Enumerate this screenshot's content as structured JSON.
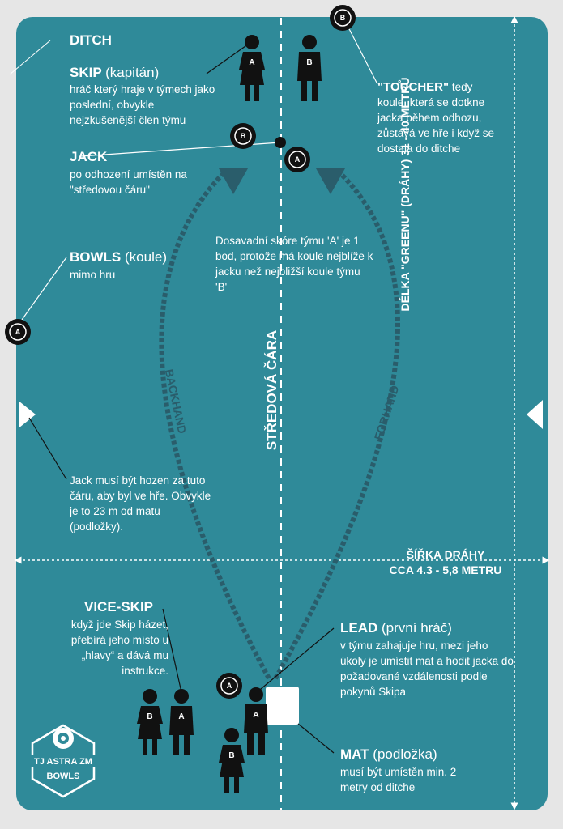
{
  "labels": {
    "ditch": "DITCH",
    "skip_title": "SKIP",
    "skip_sub": "(kapitán)",
    "skip_desc": "hráč který hraje v týmech jako poslední, obvykle nejzkušenější člen týmu",
    "jack_title": "JACK",
    "jack_desc": "po odhození umístěn na \"středovou čáru\"",
    "bowls_title": "BOWLS",
    "bowls_sub": "(koule)",
    "bowls_desc": "mimo hru",
    "toucher_title": "\"TOUCHER\"",
    "toucher_rest": "tedy",
    "toucher_desc": "koule, která se dotkne jacka během odhozu, zůstává ve hře i když se dostala do ditche",
    "score_note": "Dosavadní skóre týmu 'A' je 1 bod, protože má koule nejblíže k jacku než nejbližší koule týmu 'B'",
    "jack_line_note": "Jack musí být hozen za tuto čáru, aby byl ve hře. Obvykle je to 23 m od matu (podložky).",
    "vice_title": "VICE-SKIP",
    "vice_desc": "když jde Skip házet, přebírá jeho místo u „hlavy“ a dává mu instrukce.",
    "lead_title": "LEAD",
    "lead_sub": "(první hráč)",
    "lead_desc": "v týmu zahajuje hru, mezi jeho úkoly je umístit mat a hodit jacka do požadované vzdálenosti podle pokynů Skipa",
    "mat_title": "MAT",
    "mat_sub": "(podložka)",
    "mat_desc": "musí být umístěn min. 2 metry od ditche",
    "width_title": "ŠÍŘKA DRÁHY",
    "width_value": "CCA 4.3 - 5,8 METRU",
    "length_label": "DÉLKA \"GREENU\" (DRÁHY) 31 - 40 METRŮ",
    "centre_line": "STŘEDOVÁ ČÁRA",
    "backhand": "BACKHAND",
    "forhand": "FORHAND"
  },
  "markers": {
    "team_a": "A",
    "team_b": "B"
  },
  "logo": {
    "name": "TJ ASTRA ZM",
    "sport": "BOWLS"
  },
  "colors": {
    "green": "#2f8a99",
    "frame": "#e6e6e6",
    "ink": "#111111",
    "arrow": "#2a5d6b",
    "text": "#ffffff"
  },
  "icons": [
    "bowl-icon",
    "jack-icon",
    "player-icon",
    "arrowhead-icon",
    "mat-icon",
    "logo-badge-icon"
  ]
}
